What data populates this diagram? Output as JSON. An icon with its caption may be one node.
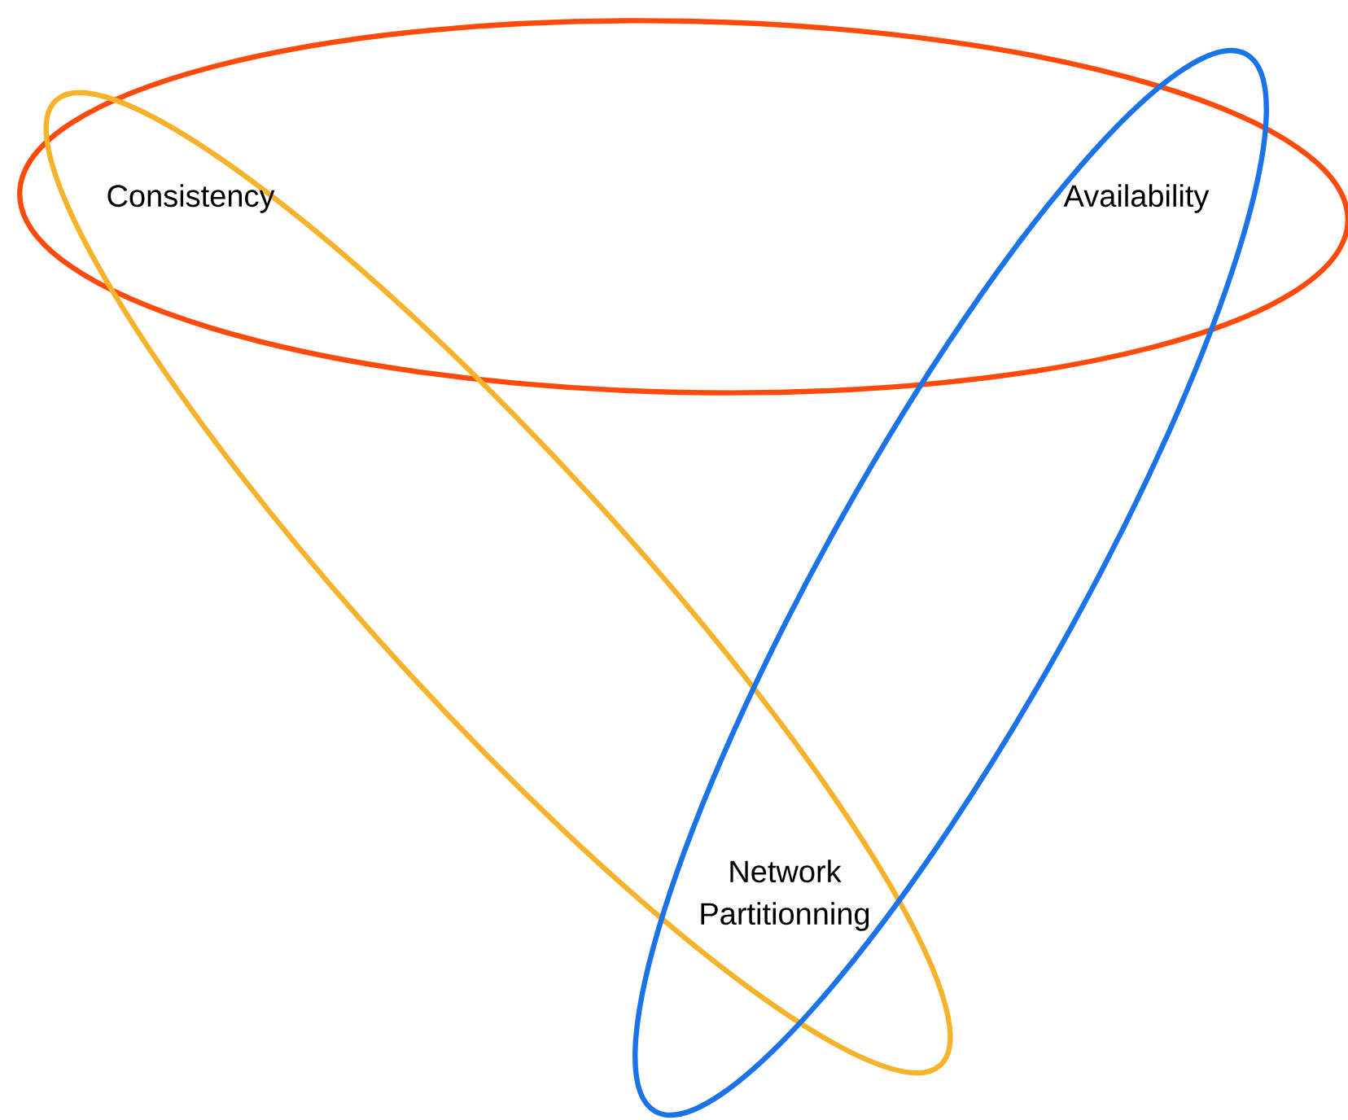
{
  "diagram": {
    "labels": [
      "Consistency",
      "Availability",
      "Network Partitionning"
    ]
  }
}
